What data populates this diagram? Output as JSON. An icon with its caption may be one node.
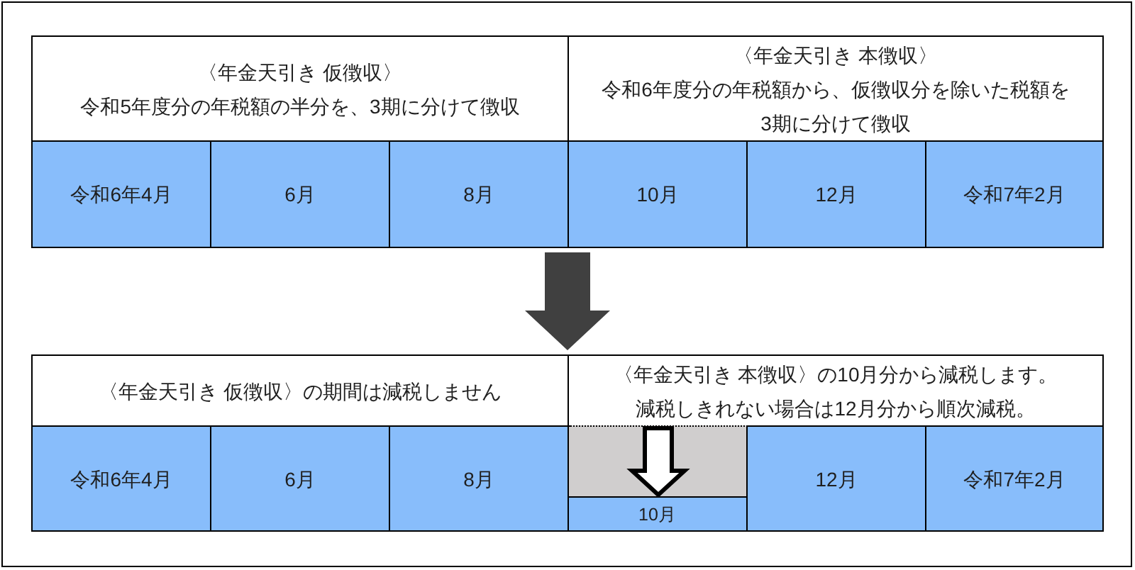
{
  "diagram": {
    "nodes": [
      {
        "text": [],
        "shape": "box"
      },
      {
        "text": [
          "〈年金天引き 仮徴収〉",
          "令和5年度分の年税額の半分を、3期に分けて徴収"
        ],
        "in": 0
      },
      {
        "text": [
          "〈年金天引き 本徴収〉",
          "令和6年度分の年税額から、仮徴収分を除いた税額を3期に分けて徴収"
        ],
        "in": 0
      },
      {
        "text": [
          "令和6年4月"
        ],
        "in": 0
      },
      {
        "text": [
          "6月"
        ],
        "in": 0
      },
      {
        "text": [
          "8月"
        ],
        "in": 0
      },
      {
        "text": [
          "10月"
        ],
        "in": 0
      },
      {
        "text": [
          "12月"
        ],
        "in": 0
      },
      {
        "text": [
          "令和7年2月"
        ],
        "in": 0
      },
      {
        "text": [],
        "shape": "box"
      },
      {
        "text": [
          "〈年金天引き 仮徴収〉の期間は減税しません"
        ],
        "in": 9
      },
      {
        "text": [
          "〈年金天引き 本徴収〉の10月分から減税します。",
          "減税しきれない場合は12月分から順次減税。"
        ],
        "in": 9
      },
      {
        "text": [
          "令和6年4月"
        ],
        "in": 9
      },
      {
        "text": [
          "6月"
        ],
        "in": 9
      },
      {
        "text": [
          "8月"
        ],
        "in": 9
      },
      {
        "text": [],
        "shape": "box",
        "in": 9
      },
      {
        "text": [
          "10月"
        ],
        "in": 9
      },
      {
        "text": [
          "12月"
        ],
        "in": 9
      },
      {
        "text": [
          "令和7年2月"
        ],
        "in": 9
      }
    ],
    "edges": [
      {
        "from": 0,
        "to": 9,
        "arrow": "to",
        "style": "thick",
        "color": "#404040"
      },
      {
        "from": 15,
        "to": 16,
        "arrow": "to",
        "style": "thick"
      }
    ]
  }
}
